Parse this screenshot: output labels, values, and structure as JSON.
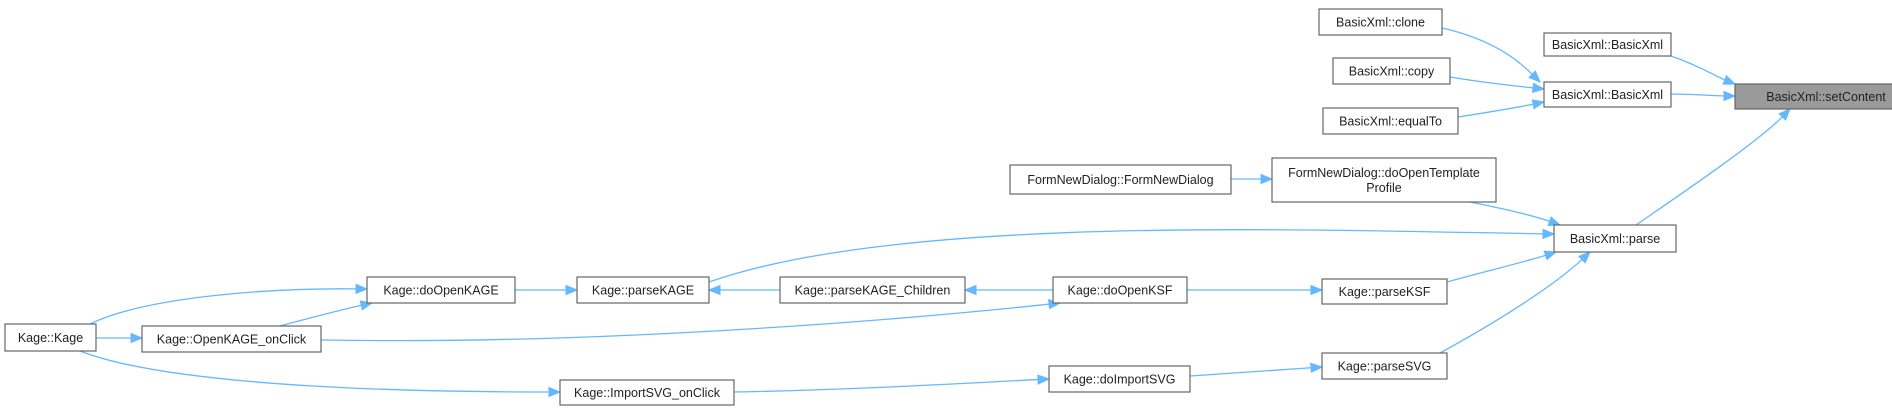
{
  "diagram": {
    "nodes": [
      {
        "id": "setContent",
        "lines": [
          "BasicXml::setContent"
        ],
        "root": true
      },
      {
        "id": "clone",
        "lines": [
          "BasicXml::clone"
        ]
      },
      {
        "id": "ctor1",
        "lines": [
          "BasicXml::BasicXml"
        ]
      },
      {
        "id": "copy",
        "lines": [
          "BasicXml::copy"
        ]
      },
      {
        "id": "ctor2",
        "lines": [
          "BasicXml::BasicXml"
        ]
      },
      {
        "id": "equalTo",
        "lines": [
          "BasicXml::equalTo"
        ]
      },
      {
        "id": "formNewDialog",
        "lines": [
          "FormNewDialog::FormNewDialog"
        ]
      },
      {
        "id": "doOpenTemplate",
        "lines": [
          "FormNewDialog::doOpenTemplate",
          "Profile"
        ]
      },
      {
        "id": "parse",
        "lines": [
          "BasicXml::parse"
        ]
      },
      {
        "id": "doOpenKAGE",
        "lines": [
          "Kage::doOpenKAGE"
        ]
      },
      {
        "id": "parseKAGE",
        "lines": [
          "Kage::parseKAGE"
        ]
      },
      {
        "id": "parseKAGE_Children",
        "lines": [
          "Kage::parseKAGE_Children"
        ]
      },
      {
        "id": "doOpenKSF",
        "lines": [
          "Kage::doOpenKSF"
        ]
      },
      {
        "id": "parseKSF",
        "lines": [
          "Kage::parseKSF"
        ]
      },
      {
        "id": "kage",
        "lines": [
          "Kage::Kage"
        ]
      },
      {
        "id": "openKAGE_onClick",
        "lines": [
          "Kage::OpenKAGE_onClick"
        ]
      },
      {
        "id": "importSVG_onClick",
        "lines": [
          "Kage::ImportSVG_onClick"
        ]
      },
      {
        "id": "doImportSVG",
        "lines": [
          "Kage::doImportSVG"
        ]
      },
      {
        "id": "parseSVG",
        "lines": [
          "Kage::parseSVG"
        ]
      }
    ],
    "edges": [
      {
        "from": "ctor1",
        "to": "setContent"
      },
      {
        "from": "ctor2",
        "to": "setContent"
      },
      {
        "from": "parse",
        "to": "setContent"
      },
      {
        "from": "clone",
        "to": "ctor2"
      },
      {
        "from": "copy",
        "to": "ctor2"
      },
      {
        "from": "equalTo",
        "to": "ctor2"
      },
      {
        "from": "formNewDialog",
        "to": "doOpenTemplate"
      },
      {
        "from": "doOpenTemplate",
        "to": "parse"
      },
      {
        "from": "parseKAGE",
        "to": "parse"
      },
      {
        "from": "parseKSF",
        "to": "parse"
      },
      {
        "from": "parseSVG",
        "to": "parse"
      },
      {
        "from": "doOpenKAGE",
        "to": "parseKAGE"
      },
      {
        "from": "parseKAGE_Children",
        "to": "parseKAGE"
      },
      {
        "from": "doOpenKSF",
        "to": "parseKAGE_Children"
      },
      {
        "from": "doOpenKSF",
        "to": "parseKSF"
      },
      {
        "from": "kage",
        "to": "doOpenKAGE"
      },
      {
        "from": "openKAGE_onClick",
        "to": "doOpenKAGE"
      },
      {
        "from": "kage",
        "to": "openKAGE_onClick"
      },
      {
        "from": "openKAGE_onClick",
        "to": "doOpenKSF"
      },
      {
        "from": "kage",
        "to": "importSVG_onClick"
      },
      {
        "from": "importSVG_onClick",
        "to": "doImportSVG"
      },
      {
        "from": "doImportSVG",
        "to": "parseSVG"
      }
    ]
  }
}
